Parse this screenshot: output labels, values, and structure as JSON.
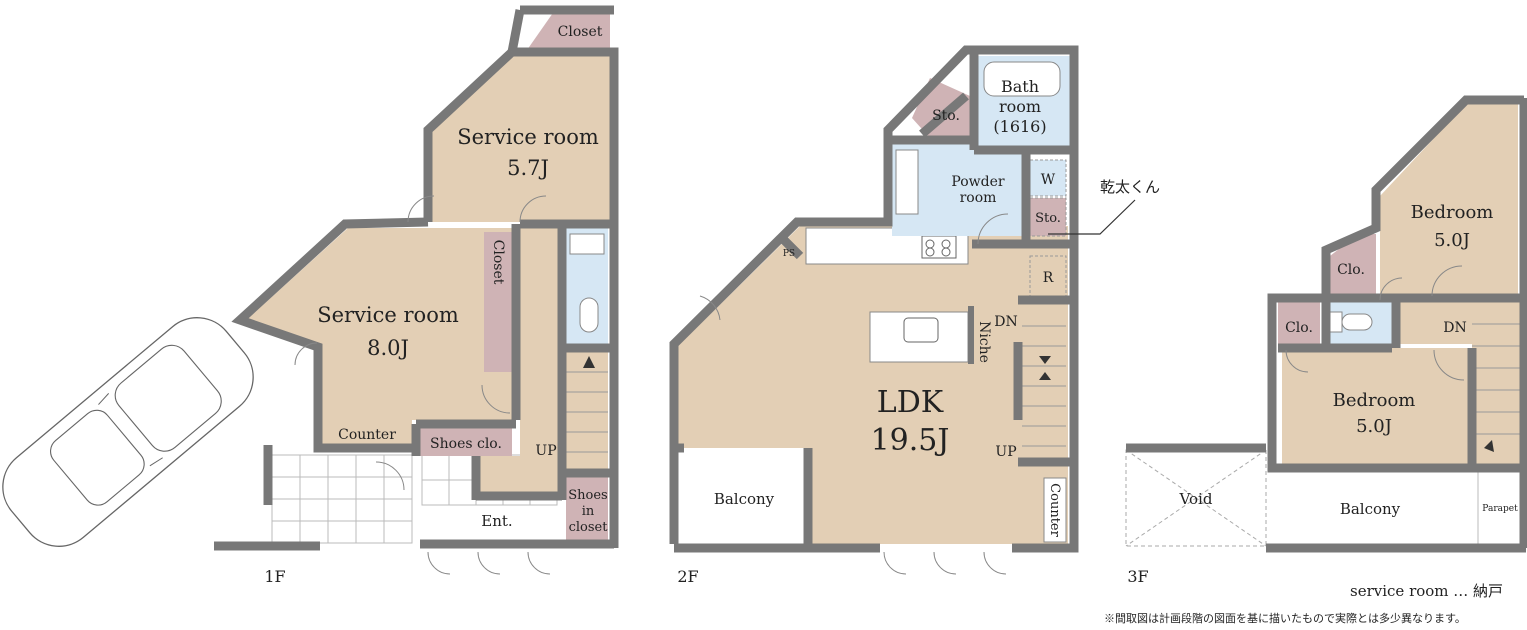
{
  "floors": {
    "f1": {
      "label": "1F",
      "rooms": {
        "service_upper_name": "Service room",
        "service_upper_size": "5.7J",
        "service_lower_name": "Service room",
        "service_lower_size": "8.0J",
        "closet_top": "Closet",
        "closet_side": "Closet",
        "counter": "Counter",
        "shoes_clo": "Shoes clo.",
        "shoes_closet_1": "Shoes",
        "shoes_closet_2": "in",
        "shoes_closet_3": "closet",
        "entrance": "Ent.",
        "stairs": "UP"
      }
    },
    "f2": {
      "label": "2F",
      "rooms": {
        "ldk_name": "LDK",
        "ldk_size": "19.5J",
        "bath_1": "Bath",
        "bath_2": "room",
        "bath_3": "(1616)",
        "powder_1": "Powder",
        "powder_2": "room",
        "storage": "Sto.",
        "storage_small": "Sto.",
        "washer": "W",
        "fridge": "R",
        "ps": "PS",
        "niche": "Niche",
        "dn": "DN",
        "up": "UP",
        "counter": "Counter",
        "balcony": "Balcony",
        "dryer_callout": "乾太くん"
      }
    },
    "f3": {
      "label": "3F",
      "rooms": {
        "bedroom_upper_name": "Bedroom",
        "bedroom_upper_size": "5.0J",
        "bedroom_lower_name": "Bedroom",
        "bedroom_lower_size": "5.0J",
        "closet_upper": "Clo.",
        "closet_lower": "Clo.",
        "dn": "DN",
        "void": "Void",
        "balcony": "Balcony",
        "parapet": "Parapet"
      }
    }
  },
  "legend": {
    "service_room_note": "service room … 納戸",
    "disclaimer": "※間取図は計画段階の図面を基に描いたもので実際とは多少異なります。"
  },
  "colors": {
    "wall": "#787878",
    "room_tan": "#e3cfb5",
    "closet_pink": "#cfb3b5",
    "wet_blue": "#d6e7f4",
    "white": "#ffffff",
    "line": "#555555"
  }
}
